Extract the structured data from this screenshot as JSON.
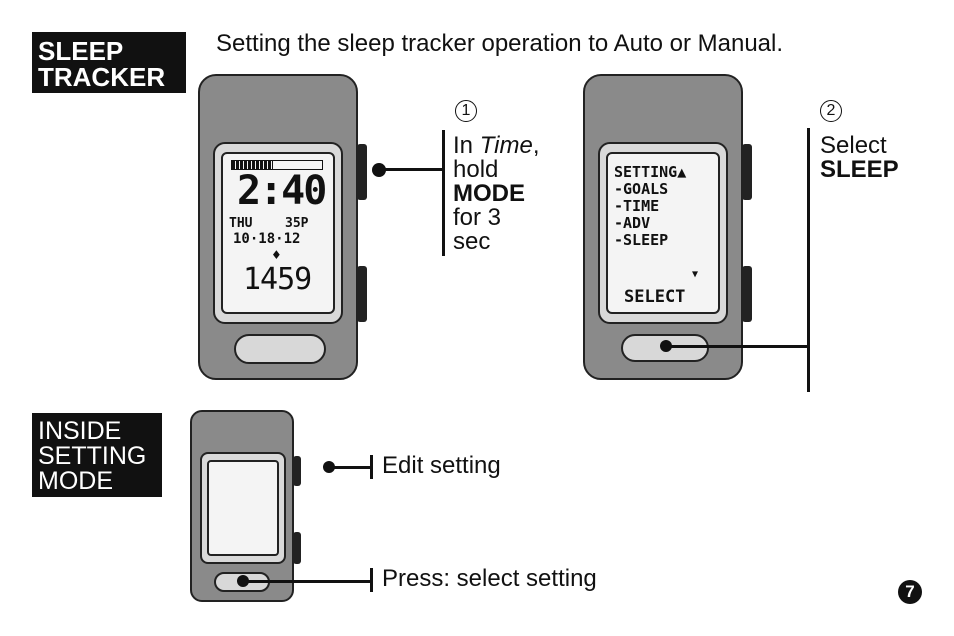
{
  "section1": {
    "label_line1": "SLEEP",
    "label_line2": "TRACKER",
    "intro": "Setting the sleep tracker operation to Auto or Manual."
  },
  "device1": {
    "screen": {
      "big_time": "2:40",
      "day": "THU",
      "temp": "35P",
      "date": "10·18·12",
      "steps": "1459"
    }
  },
  "step1": {
    "number": "1",
    "l1_prefix": "In ",
    "l1_italic": "Time",
    "l1_suffix": ",",
    "l2": "hold",
    "l3": "MODE",
    "l4": "for 3",
    "l5": "sec"
  },
  "device2": {
    "screen": {
      "line1": "SETTING▲",
      "line2": "-GOALS",
      "line3": "-TIME",
      "line4": "-ADV",
      "line5": "-SLEEP",
      "arrow_down": "▼",
      "bottom": "SELECT"
    }
  },
  "step2": {
    "number": "2",
    "l1": "Select",
    "l2": "SLEEP"
  },
  "section2": {
    "label_line1": "INSIDE",
    "label_line2": "SETTING",
    "label_line3": "MODE"
  },
  "device3": {
    "edit_label": "Edit setting",
    "press_label": "Press: select setting"
  },
  "page": {
    "number": "7"
  }
}
